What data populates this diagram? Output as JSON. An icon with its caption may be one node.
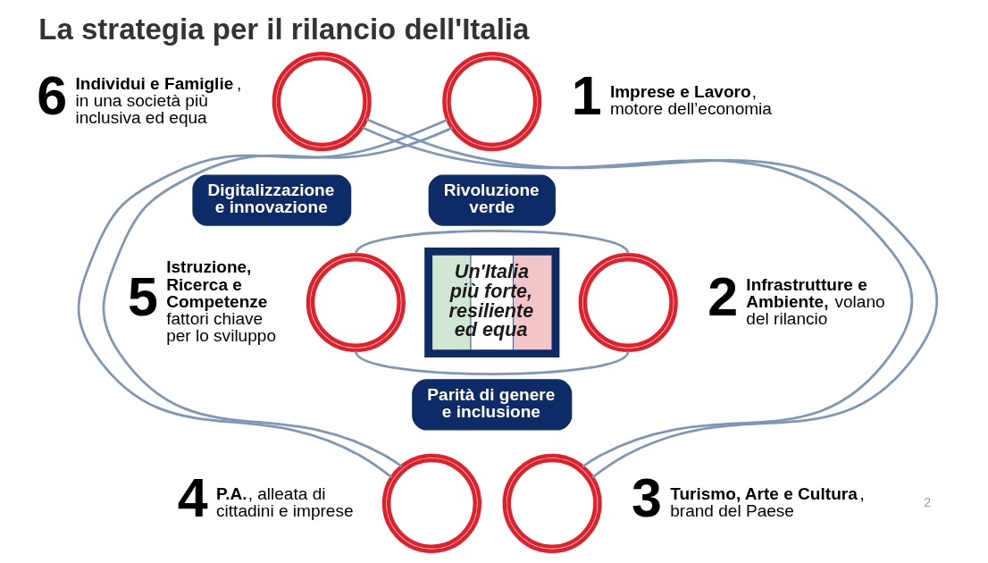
{
  "diagram": {
    "title": "La strategia per il rilancio dell'Italia",
    "nodes": [
      {
        "text": [],
        "shape": "circle",
        "beside": [
          "6",
          "**Individui e Famiglie**, in una società più inclusiva ed equa"
        ]
      },
      {
        "text": [],
        "shape": "circle",
        "beside": [
          "1",
          "**Imprese e Lavoro**, motore dell’economia"
        ]
      },
      {
        "text": [
          "Digitalizzazione e innovazione"
        ]
      },
      {
        "text": [
          "Rivoluzione verde"
        ]
      },
      {
        "text": [
          "Un'Italia più forte, resiliente ed equa"
        ]
      },
      {
        "text": [],
        "shape": "circle",
        "beside": [
          "5",
          "**Istruzione, Ricerca e Competenze** fattori chiave per lo sviluppo"
        ]
      },
      {
        "text": [],
        "shape": "circle",
        "beside": [
          "2",
          "**Infrastrutture e Ambiente,** volano del rilancio"
        ]
      },
      {
        "text": [
          "Parità di genere e inclusione"
        ]
      },
      {
        "text": [],
        "shape": "circle",
        "beside": [
          "4",
          "**P.A.**, alleata di cittadini e imprese"
        ]
      },
      {
        "text": [],
        "shape": "circle",
        "beside": [
          "3",
          "**Turismo, Arte e Cultura**, brand del Paese"
        ]
      }
    ],
    "edges": [
      {
        "from": 0,
        "to": 9,
        "arrow": "none"
      },
      {
        "from": 0,
        "to": 9,
        "arrow": "none"
      },
      {
        "from": 1,
        "to": 8,
        "arrow": "none"
      },
      {
        "from": 1,
        "to": 8,
        "arrow": "none"
      },
      {
        "from": 5,
        "to": 6,
        "arrow": "none"
      },
      {
        "from": 5,
        "to": 6,
        "arrow": "none"
      }
    ],
    "labels": [
      "2"
    ]
  }
}
